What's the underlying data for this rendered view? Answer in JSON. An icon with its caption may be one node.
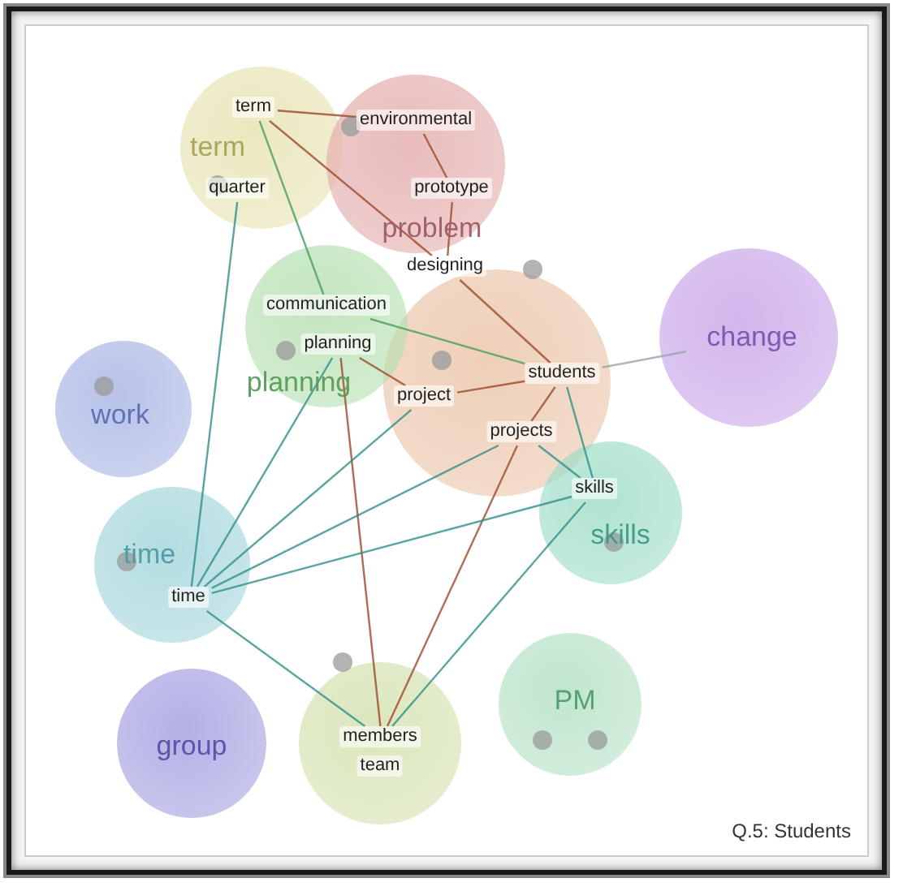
{
  "diagram": {
    "nodes": [
      {
        "text": [
          "term"
        ]
      },
      {
        "text": [
          "term"
        ],
        "in": 0
      },
      {
        "text": [
          "quarter"
        ],
        "in": 0
      },
      {
        "text": [
          "problem"
        ]
      },
      {
        "text": [
          "environmental"
        ],
        "in": 3
      },
      {
        "text": [
          "prototype"
        ],
        "in": 3
      },
      {
        "text": [],
        "shape": "circle"
      },
      {
        "text": [
          "designing"
        ]
      },
      {
        "text": [
          "projects"
        ],
        "in": 6
      },
      {
        "text": [
          "project"
        ],
        "in": 6
      },
      {
        "text": [
          "students"
        ],
        "in": 6
      },
      {
        "text": [
          "planning"
        ]
      },
      {
        "text": [
          "communication"
        ],
        "in": 11
      },
      {
        "text": [
          "planning"
        ],
        "in": 11
      },
      {
        "text": [
          "work"
        ]
      },
      {
        "text": [
          "time"
        ]
      },
      {
        "text": [
          "time"
        ],
        "in": 15
      },
      {
        "text": [
          "skills"
        ]
      },
      {
        "text": [
          "skills"
        ],
        "in": 17
      },
      {
        "text": [
          "PM"
        ]
      },
      {
        "text": [
          "group"
        ]
      },
      {
        "text": [],
        "shape": "circle"
      },
      {
        "text": [
          "members"
        ],
        "in": 21
      },
      {
        "text": [
          "team"
        ],
        "in": 21
      },
      {
        "text": [
          "change"
        ]
      }
    ],
    "edges": [
      {
        "from": 1,
        "to": 4,
        "arrow": "none"
      },
      {
        "from": 1,
        "to": 7,
        "arrow": "none"
      },
      {
        "from": 1,
        "to": 12,
        "arrow": "none",
        "color": "#4a9e5c"
      },
      {
        "from": 4,
        "to": 5,
        "arrow": "none"
      },
      {
        "from": 5,
        "to": 7,
        "arrow": "none"
      },
      {
        "from": 7,
        "to": 10,
        "arrow": "none"
      },
      {
        "from": 12,
        "to": 10,
        "arrow": "none",
        "color": "#4a9e5c"
      },
      {
        "from": 13,
        "to": 22,
        "arrow": "none"
      },
      {
        "from": 13,
        "to": 9,
        "arrow": "none"
      },
      {
        "from": 9,
        "to": 10,
        "arrow": "none"
      },
      {
        "from": 9,
        "to": 16,
        "arrow": "none",
        "color": "#2f8f8a"
      },
      {
        "from": 8,
        "to": 10,
        "arrow": "none"
      },
      {
        "from": 8,
        "to": 18,
        "arrow": "none",
        "color": "#2f8f8a"
      },
      {
        "from": 8,
        "to": 16,
        "arrow": "none",
        "color": "#2f8f8a"
      },
      {
        "from": 8,
        "to": 22,
        "arrow": "none"
      },
      {
        "from": 10,
        "to": 18,
        "arrow": "none",
        "color": "#2f8f8a"
      },
      {
        "from": 10,
        "to": 24,
        "arrow": "none",
        "color": "#9aa4a4"
      },
      {
        "from": 18,
        "to": 16,
        "arrow": "none",
        "color": "#2f8f8a"
      },
      {
        "from": 18,
        "to": 22,
        "arrow": "none",
        "color": "#2f8f8a"
      },
      {
        "from": 16,
        "to": 22,
        "arrow": "none",
        "color": "#2f8f8a"
      },
      {
        "from": 16,
        "to": 2,
        "arrow": "none",
        "color": "#2f8f8a"
      },
      {
        "from": 16,
        "to": 13,
        "arrow": "none",
        "color": "#2f8f8a"
      }
    ],
    "labels": [
      "Q.5: Students"
    ]
  }
}
